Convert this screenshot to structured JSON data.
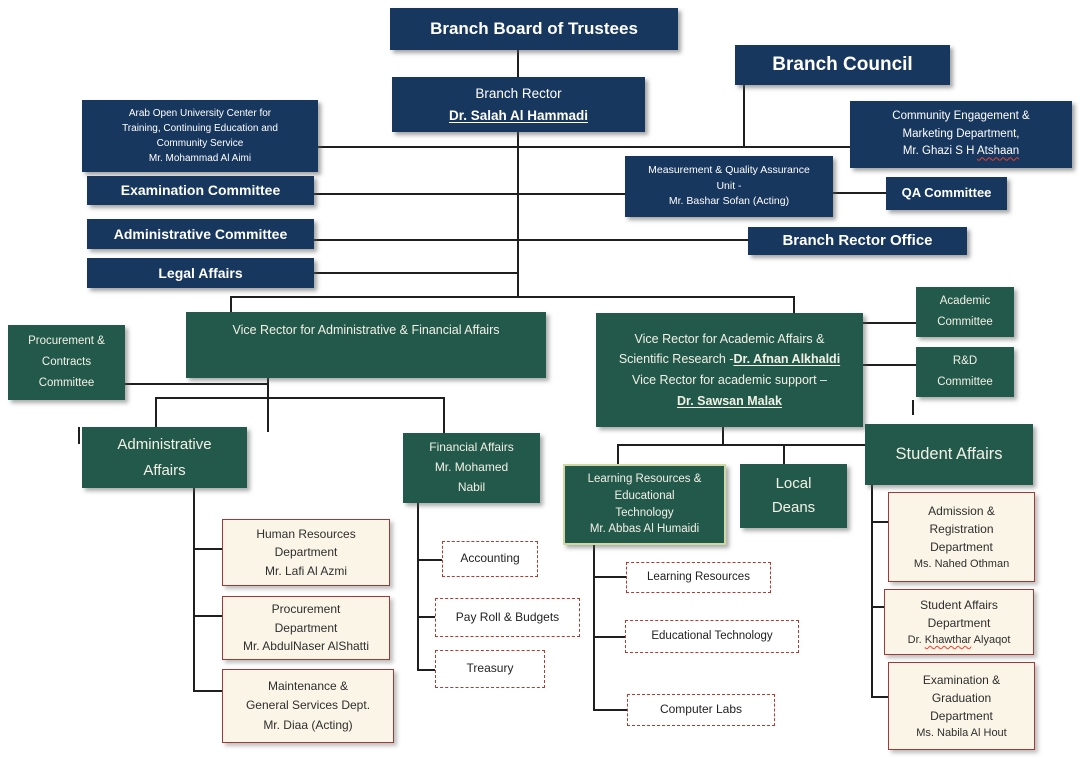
{
  "palette": {
    "navy": "#17375e",
    "green": "#23594b",
    "cream": "#faf5e7",
    "cream_border": "#9c3b39",
    "dashed_border": "#b23b2e",
    "line": "#1f1f1f",
    "spellcheck_red": "#e8412e"
  },
  "boxes": {
    "branch_board": {
      "label": "Branch Board of Trustees"
    },
    "branch_council": {
      "label": "Branch Council"
    },
    "branch_rector": {
      "line1": "Branch Rector",
      "name": "Dr. Salah Al Hammadi"
    },
    "aou_center": {
      "lines": [
        "Arab Open University Center for",
        "Training, Continuing Education and",
        "Community Service",
        "Mr. Mohammad Al Aimi"
      ]
    },
    "community": {
      "line1": "Community Engagement &",
      "line2": "Marketing Department,",
      "pre": "Mr. Ghazi S H ",
      "wavy": "Atshaan"
    },
    "examination_committee": {
      "label": "Examination Committee"
    },
    "measurement_qa": {
      "lines": [
        "Measurement & Quality Assurance",
        "Unit -",
        "Mr. Bashar Sofan (Acting)"
      ]
    },
    "qa_committee": {
      "label": "QA Committee"
    },
    "administrative_committee": {
      "label": "Administrative Committee"
    },
    "branch_rector_office": {
      "label": "Branch Rector Office"
    },
    "legal_affairs": {
      "label": "Legal Affairs"
    },
    "procurement_contracts": {
      "lines": [
        "Procurement &",
        "Contracts",
        "Committee"
      ]
    },
    "vr_admin": {
      "label": "Vice Rector for Administrative & Financial Affairs"
    },
    "vr_academic": {
      "line1": "Vice Rector for Academic Affairs &",
      "line2_pre": "Scientific Research -",
      "name1": "Dr. Afnan Alkhaldi",
      "line3": "Vice Rector for academic support –",
      "name2": "Dr. Sawsan Malak"
    },
    "academic_committee": {
      "lines": [
        "Academic",
        "Committee"
      ]
    },
    "rd_committee": {
      "lines": [
        "R&D",
        "Committee"
      ]
    },
    "admin_affairs": {
      "lines": [
        "Administrative",
        "Affairs"
      ]
    },
    "financial_affairs": {
      "lines": [
        "Financial Affairs",
        "Mr. Mohamed",
        "Nabil"
      ]
    },
    "lr_edtech": {
      "lines": [
        "Learning Resources &",
        "Educational",
        "Technology",
        "Mr. Abbas Al Humaidi"
      ]
    },
    "local_deans": {
      "lines": [
        "Local",
        "Deans"
      ]
    },
    "student_affairs": {
      "label": "Student Affairs"
    },
    "hr_dept": {
      "lines": [
        "Human Resources",
        "Department",
        "Mr. Lafi Al Azmi"
      ]
    },
    "procurement_dept": {
      "lines": [
        "Procurement",
        "Department",
        "Mr. AbdulNaser AlShatti"
      ]
    },
    "maintenance_dept": {
      "lines": [
        "Maintenance &",
        "General Services Dept.",
        "Mr. Diaa (Acting)"
      ]
    },
    "accounting": {
      "label": "Accounting"
    },
    "payroll": {
      "label": "Pay Roll & Budgets"
    },
    "treasury": {
      "label": "Treasury"
    },
    "learning_resources": {
      "label": "Learning Resources"
    },
    "educational_technology": {
      "label": "Educational Technology"
    },
    "computer_labs": {
      "label": "Computer Labs"
    },
    "admission": {
      "lines": [
        "Admission &",
        "Registration",
        "Department",
        "Ms. Nahed Othman"
      ]
    },
    "student_affairs_dept": {
      "line1": "Student Affairs",
      "line2": "Department",
      "pre": "Dr. ",
      "wavy": "Khawthar",
      "post": " Alyaqot"
    },
    "exam_grad": {
      "lines": [
        "Examination &",
        "Graduation",
        "Department",
        "Ms. Nabila Al Hout"
      ]
    }
  }
}
